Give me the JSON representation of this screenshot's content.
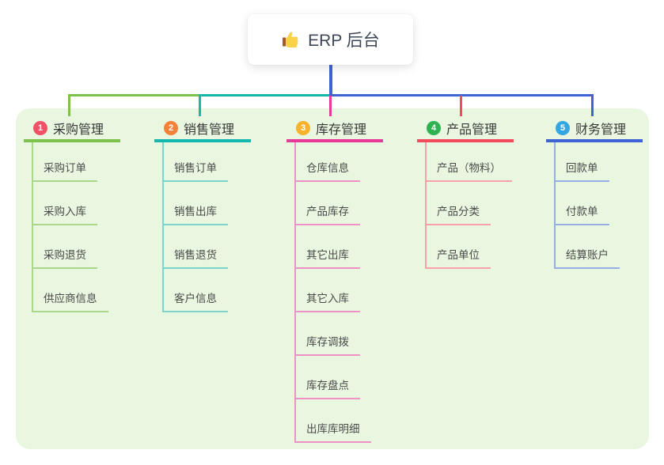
{
  "root": {
    "label": "ERP 后台",
    "icon": "thumbs-up-icon"
  },
  "panel_color": "#e9f7e1",
  "branches": [
    {
      "index": "1",
      "label": "采购管理",
      "color": "#7dc24a",
      "light_color": "#a9d78b",
      "badge_color": "#f25266",
      "children": [
        "采购订单",
        "采购入库",
        "采购退货",
        "供应商信息"
      ]
    },
    {
      "index": "2",
      "label": "销售管理",
      "color": "#14b8ae",
      "light_color": "#7ed4cc",
      "badge_color": "#f5813a",
      "children": [
        "销售订单",
        "销售出库",
        "销售退货",
        "客户信息"
      ]
    },
    {
      "index": "3",
      "label": "库存管理",
      "color": "#e8399b",
      "light_color": "#ef91c6",
      "badge_color": "#f7b32c",
      "children": [
        "仓库信息",
        "产品库存",
        "其它出库",
        "其它入库",
        "库存调拨",
        "库存盘点",
        "出库库明细"
      ]
    },
    {
      "index": "4",
      "label": "产品管理",
      "color": "#f34b5e",
      "light_color": "#f9a0a9",
      "badge_color": "#2eb253",
      "children": [
        "产品（物料）",
        "产品分类",
        "产品单位"
      ]
    },
    {
      "index": "5",
      "label": "财务管理",
      "color": "#4063d3",
      "light_color": "#96aee6",
      "badge_color": "#34a7e2",
      "children": [
        "回款单",
        "付款单",
        "结算账户"
      ]
    }
  ]
}
